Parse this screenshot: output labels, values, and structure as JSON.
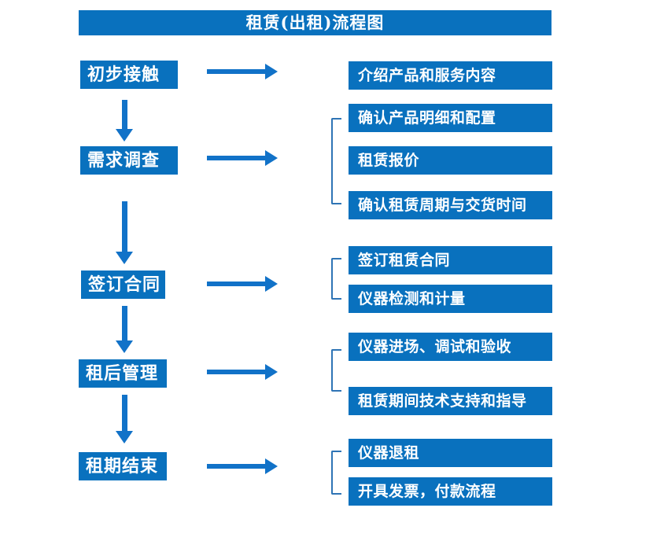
{
  "title": "租赁(出租)流程图",
  "colors": {
    "box_blue": "#0971BE",
    "arrow_blue": "#1172C8",
    "bracket_blue": "#2E74B5",
    "text_white": "#FFFFFF",
    "background": "#FFFFFF"
  },
  "steps": [
    {
      "label": "初步接触",
      "outputs": [
        "介绍产品和服务内容"
      ]
    },
    {
      "label": "需求调查",
      "outputs": [
        "确认产品明细和配置",
        "租赁报价",
        "确认租赁周期与交货时间"
      ]
    },
    {
      "label": "签订合同",
      "outputs": [
        "签订租赁合同",
        "仪器检测和计量"
      ]
    },
    {
      "label": "租后管理",
      "outputs": [
        "仪器进场、调试和验收",
        "租赁期间技术支持和指导"
      ]
    },
    {
      "label": "租期结束",
      "outputs": [
        "仪器退租",
        "开具发票，付款流程"
      ]
    }
  ]
}
